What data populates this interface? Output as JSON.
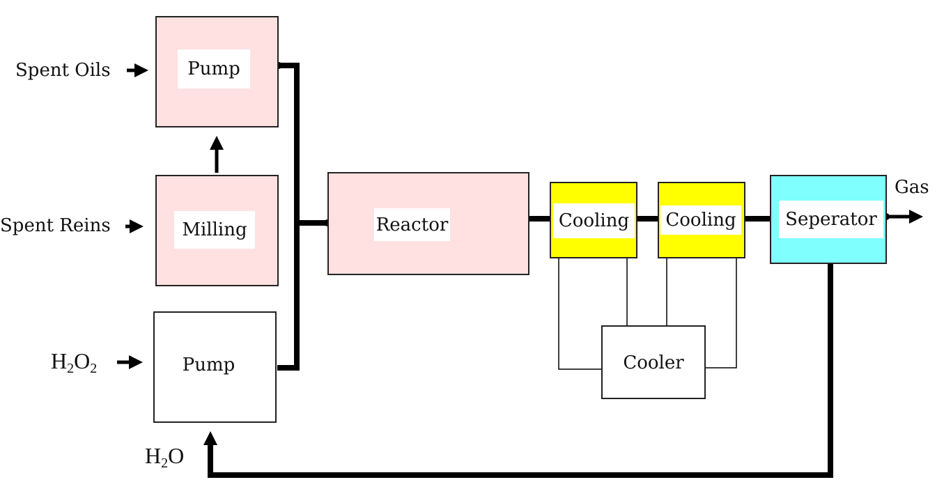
{
  "diagram": {
    "type": "process-flow",
    "inputs": {
      "spent_oils": "Spent Oils",
      "spent_reins": "Spent Reins",
      "h2o2": {
        "base1": "H",
        "sub1": "2",
        "base2": "O",
        "sub2": "2"
      },
      "h2o": {
        "base1": "H",
        "sub1": "2",
        "base2": "O"
      }
    },
    "outputs": {
      "gas": "Gas"
    },
    "units": {
      "pump_top": "Pump",
      "milling": "Milling",
      "pump_bottom": "Pump",
      "reactor": "Reactor",
      "cooling_1": "Cooling",
      "cooling_2": "Cooling",
      "separator": "Seperator",
      "cooler": "Cooler"
    },
    "colors": {
      "pink": "#ffe1e1",
      "yellow": "#ffff00",
      "cyan": "#80ffff",
      "line": "#000000"
    },
    "connections": [
      {
        "from": "spent_oils",
        "to": "pump_top"
      },
      {
        "from": "spent_reins",
        "to": "milling"
      },
      {
        "from": "milling",
        "to": "pump_top"
      },
      {
        "from": "h2o2",
        "to": "pump_bottom"
      },
      {
        "from": "pump_top",
        "to": "reactor"
      },
      {
        "from": "pump_bottom",
        "to": "reactor"
      },
      {
        "from": "reactor",
        "to": "cooling_1"
      },
      {
        "from": "cooling_1",
        "to": "cooling_2"
      },
      {
        "from": "cooling_2",
        "to": "separator"
      },
      {
        "from": "separator",
        "to": "gas"
      },
      {
        "from": "separator",
        "to": "pump_bottom",
        "label": "h2o"
      },
      {
        "from": "cooler",
        "to": "cooling_1"
      },
      {
        "from": "cooler",
        "to": "cooling_2"
      }
    ]
  }
}
